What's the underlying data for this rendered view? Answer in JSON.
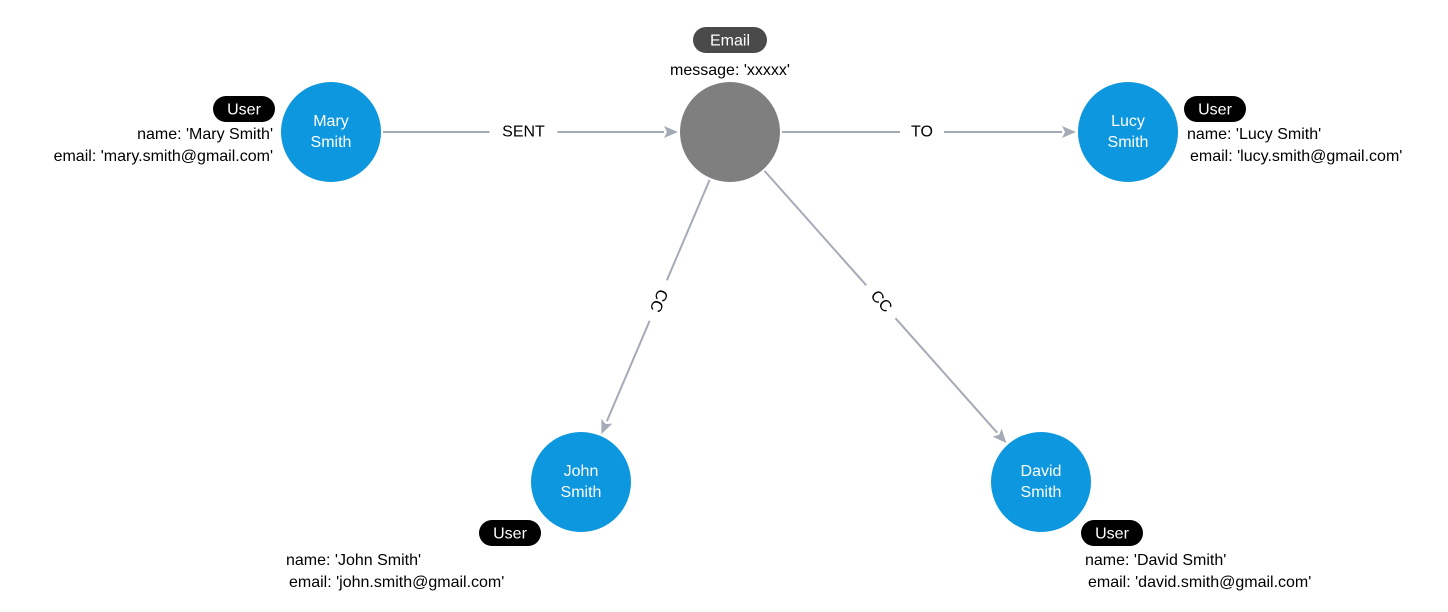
{
  "colors": {
    "user_node": "#0c97df",
    "email_node": "#7f7f7f",
    "edge": "#a5abb6",
    "user_badge": "#000000",
    "email_badge": "#4a4a4a",
    "label_text": "#000000",
    "node_text": "#ffffff"
  },
  "nodes": [
    {
      "id": "mary",
      "badge": "User",
      "caption": [
        "Mary",
        "Smith"
      ],
      "properties": [
        "name: 'Mary Smith'",
        "email: 'mary.smith@gmail.com'"
      ]
    },
    {
      "id": "email",
      "badge": "Email",
      "caption": [],
      "properties": [
        "message: 'xxxxx'"
      ]
    },
    {
      "id": "lucy",
      "badge": "User",
      "caption": [
        "Lucy",
        "Smith"
      ],
      "properties": [
        "name: 'Lucy Smith'",
        "email: 'lucy.smith@gmail.com'"
      ]
    },
    {
      "id": "john",
      "badge": "User",
      "caption": [
        "John",
        "Smith"
      ],
      "properties": [
        "name: 'John Smith'",
        "email: 'john.smith@gmail.com'"
      ]
    },
    {
      "id": "david",
      "badge": "User",
      "caption": [
        "David",
        "Smith"
      ],
      "properties": [
        "name: 'David Smith'",
        "email: 'david.smith@gmail.com'"
      ]
    }
  ],
  "edges": [
    {
      "id": "sent",
      "from": "mary",
      "to": "email",
      "label": "SENT"
    },
    {
      "id": "to",
      "from": "email",
      "to": "lucy",
      "label": "TO"
    },
    {
      "id": "cc-john",
      "from": "email",
      "to": "john",
      "label": "CC"
    },
    {
      "id": "cc-david",
      "from": "email",
      "to": "david",
      "label": "CC"
    }
  ]
}
